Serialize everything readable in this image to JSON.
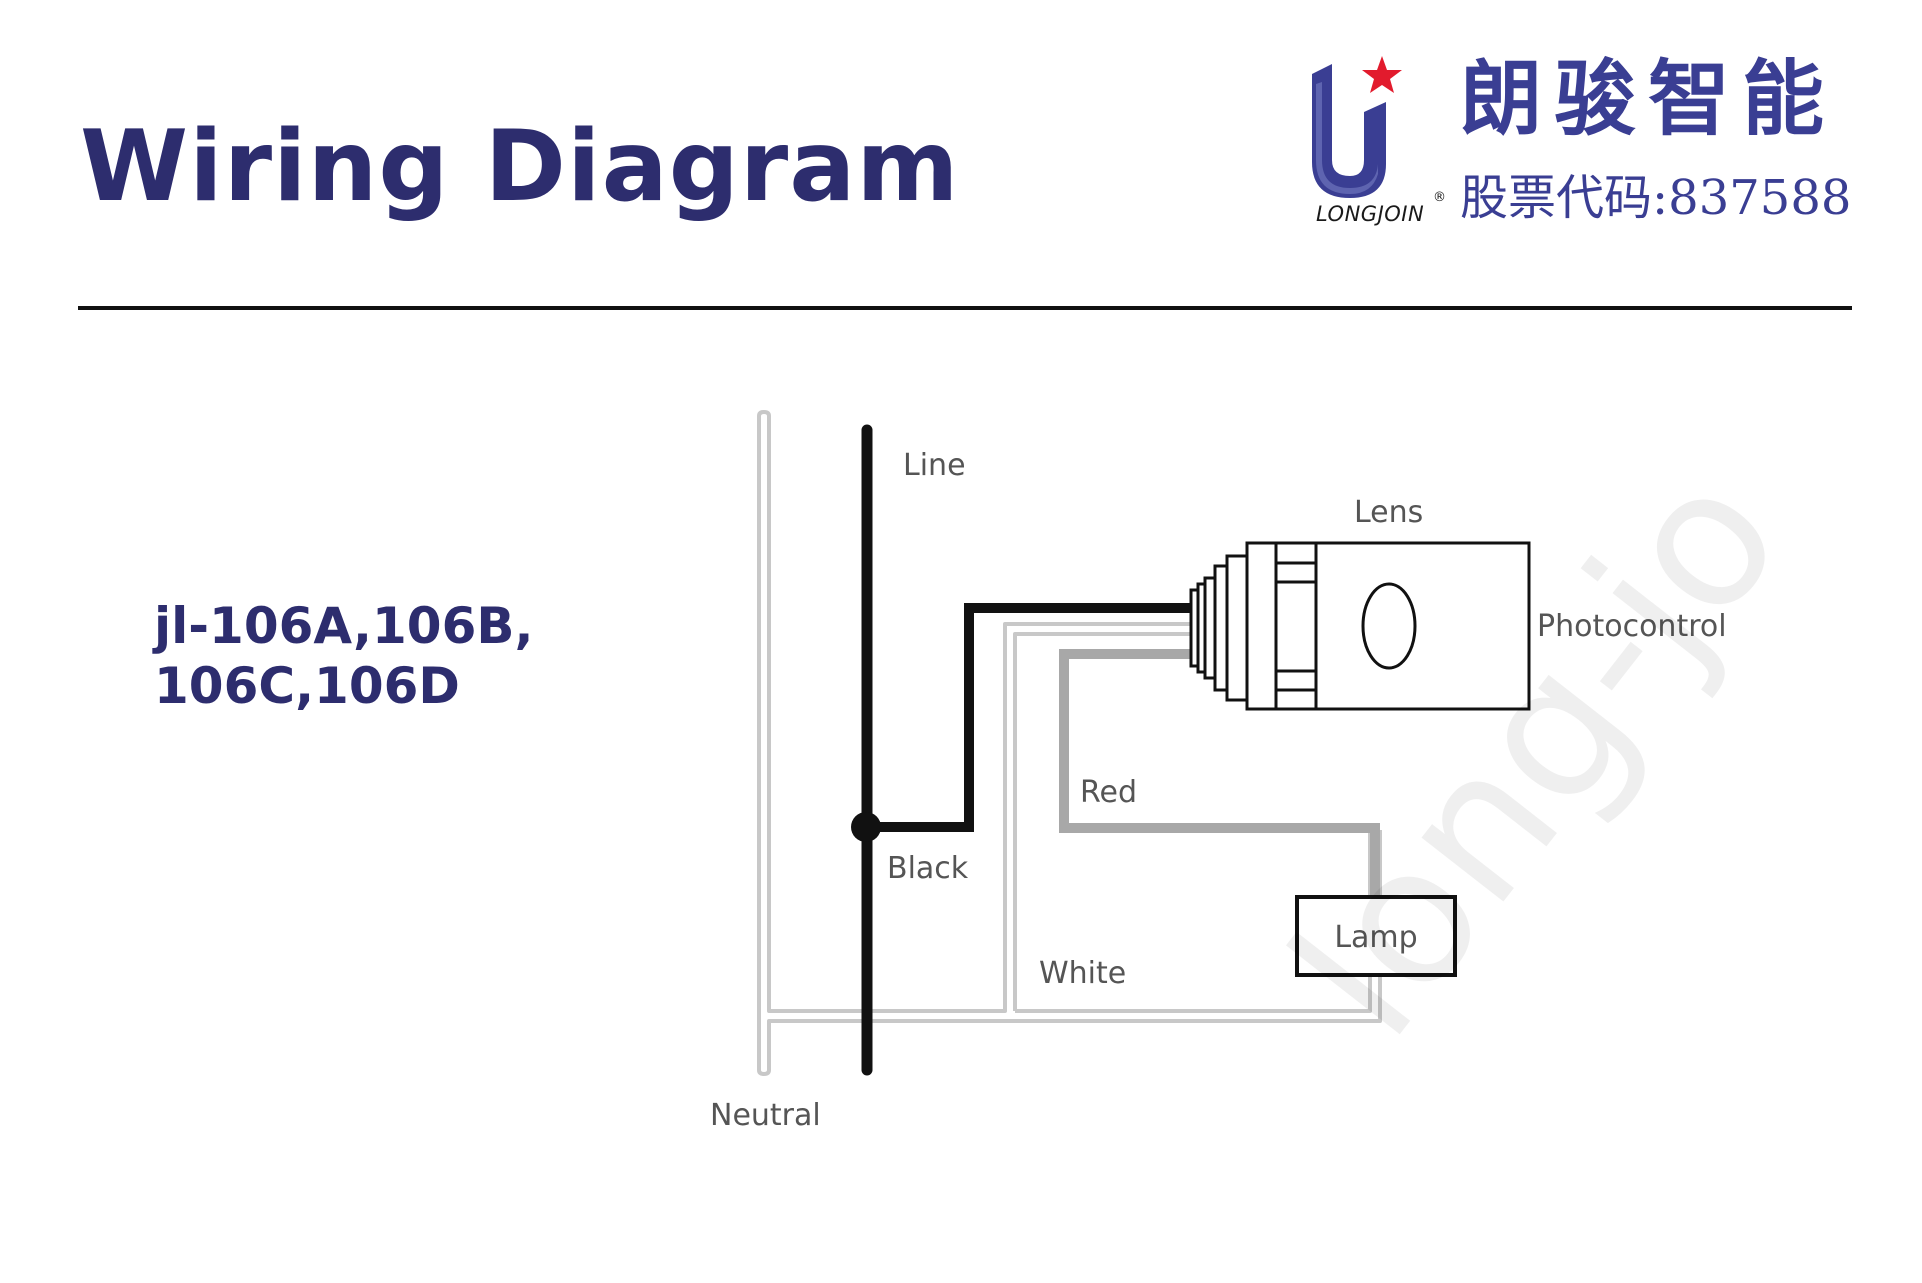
{
  "header": {
    "title": "Wiring Diagram"
  },
  "logo": {
    "brand": "LONGJOIN",
    "registered_mark": "®",
    "chinese_name": "朗骏智能",
    "stock_code": "股票代码:837588",
    "colors": {
      "primary": "#3a3e93",
      "star": "#e21b2d"
    }
  },
  "models": {
    "line1": "jl-106A,106B,",
    "line2": "106C,106D"
  },
  "diagram": {
    "labels": {
      "line": "Line",
      "lens": "Lens",
      "photocontrol": "Photocontrol",
      "red": "Red",
      "black": "Black",
      "lamp": "Lamp",
      "white": "White",
      "neutral": "Neutral"
    },
    "wire_colors": {
      "line": "#111111",
      "black": "#111111",
      "red": "#a8a8a8",
      "white": "#c8c8c8"
    }
  },
  "watermark": "long-jo"
}
